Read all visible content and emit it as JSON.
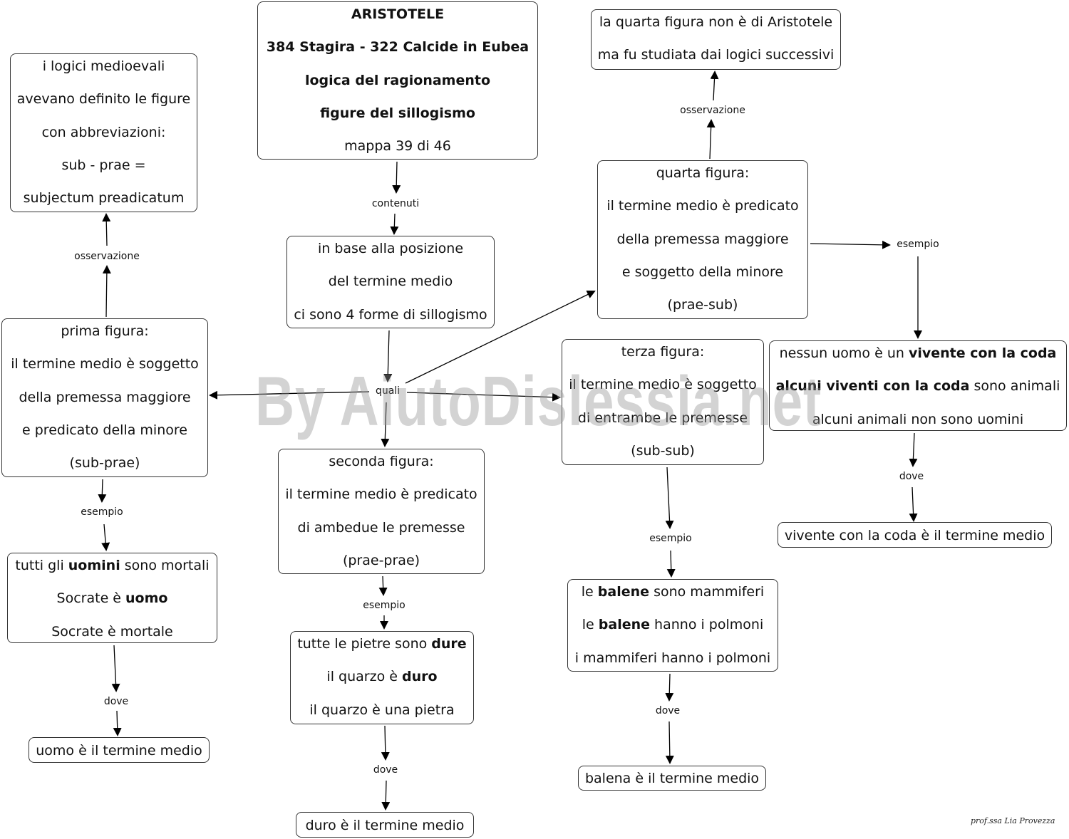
{
  "title": {
    "name": "ARISTOTELE",
    "dates": "384 Stagira - 322 Calcide in Eubea",
    "topic1": "logica del ragionamento",
    "topic2": "figure del sillogismo",
    "map": "mappa 39 di 46"
  },
  "links": {
    "contenuti": "contenuti",
    "quali": "quali",
    "oss_left": "osservazione",
    "oss_right": "osservazione",
    "esempio1": "esempio",
    "esempio2": "esempio",
    "esempio3": "esempio",
    "esempio4": "esempio",
    "dove1": "dove",
    "dove2": "dove",
    "dove3": "dove",
    "dove4": "dove"
  },
  "forms": {
    "l1": "in base alla posizione",
    "l2": "del termine medio",
    "l3": "ci sono 4 forme di sillogismo"
  },
  "medieval": {
    "l1": "i logici medioevali",
    "l2": "avevano definito le figure",
    "l3": "con abbreviazioni:",
    "l4": "sub - prae =",
    "l5": "subjectum preadicatum"
  },
  "fourth_note": {
    "l1": "la quarta figura non è di Aristotele",
    "l2": "ma fu studiata dai logici successivi"
  },
  "first": {
    "l1": "prima figura:",
    "l2": "il termine medio è soggetto",
    "l3": "della premessa maggiore",
    "l4": "e predicato della minore",
    "l5": "(sub-prae)",
    "ex_l1a": "tutti gli ",
    "ex_l1b": "uomini",
    "ex_l1c": " sono mortali",
    "ex_l2a": "Socrate è ",
    "ex_l2b": "uomo",
    "ex_l3": "Socrate è mortale",
    "where": "uomo è il termine medio"
  },
  "second": {
    "l1": "seconda figura:",
    "l2": "il termine medio è predicato",
    "l3": "di ambedue le premesse",
    "l4": "(prae-prae)",
    "ex_l1a": "tutte le pietre sono ",
    "ex_l1b": "dure",
    "ex_l2a": "il quarzo è ",
    "ex_l2b": "duro",
    "ex_l3": "il quarzo è una pietra",
    "where": "duro è il termine medio"
  },
  "third": {
    "l1": "terza figura:",
    "l2": "il termine medio è soggetto",
    "l3": "di entrambe le premesse",
    "l4": "(sub-sub)",
    "ex_l1a": "le ",
    "ex_l1b": "balene",
    "ex_l1c": " sono mammiferi",
    "ex_l2a": "le ",
    "ex_l2b": "balene",
    "ex_l2c": " hanno i polmoni",
    "ex_l3": "i mammiferi hanno i polmoni",
    "where": "balena è il termine medio"
  },
  "fourth": {
    "l1": "quarta figura:",
    "l2": "il termine medio è predicato",
    "l3": "della premessa maggiore",
    "l4": "e soggetto della minore",
    "l5": "(prae-sub)",
    "ex_l1a": "nessun uomo è un ",
    "ex_l1b": "vivente con la coda",
    "ex_l2a": "alcuni viventi con la coda",
    "ex_l2b": " sono animali",
    "ex_l3": "alcuni animali non sono uomini",
    "where": "vivente con la coda è il termine medio"
  },
  "watermark": "By AiutoDislessia.net",
  "signature": "prof.ssa Lia Provezza"
}
